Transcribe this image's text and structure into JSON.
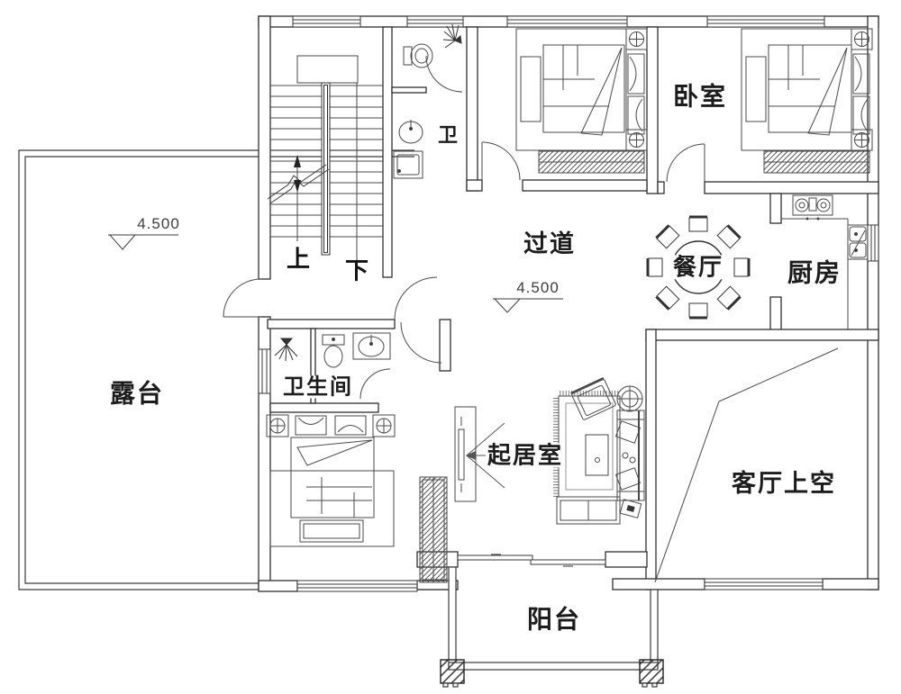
{
  "plan": {
    "rooms": {
      "terrace": {
        "label": "露台"
      },
      "bedroom": {
        "label": "卧室"
      },
      "bath_upper": {
        "label": "卫"
      },
      "corridor": {
        "label": "过道"
      },
      "dining": {
        "label": "餐厅"
      },
      "kitchen": {
        "label": "厨房"
      },
      "bathroom": {
        "label": "卫生间"
      },
      "living": {
        "label": "起居室"
      },
      "living_void": {
        "label": "客厅上空"
      },
      "balcony": {
        "label": "阳台"
      }
    },
    "stairs": {
      "up": "上",
      "down": "下"
    },
    "elevations": {
      "terrace": "4.500",
      "corridor": "4.500"
    },
    "colors": {
      "wall_line": "#2f2f2f",
      "thin_line": "#4a4a4a",
      "background": "#ffffff"
    }
  }
}
